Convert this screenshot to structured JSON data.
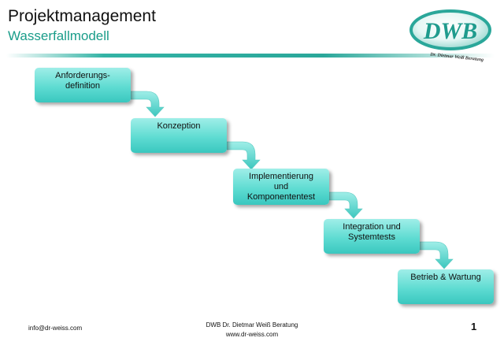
{
  "header": {
    "title": "Projektmanagement",
    "subtitle": "Wasserfallmodell"
  },
  "logo": {
    "text": "DWB",
    "caption": "Dr. Dietmar Weiß Beratung"
  },
  "steps": [
    {
      "lines": [
        "Anforderungs-",
        "definition"
      ]
    },
    {
      "lines": [
        "Konzeption"
      ]
    },
    {
      "lines": [
        "Implementierung",
        "und",
        "Komponententest"
      ]
    },
    {
      "lines": [
        "Integration und",
        "Systemtests"
      ]
    },
    {
      "lines": [
        "Betrieb & Wartung"
      ]
    }
  ],
  "footer": {
    "email": "info@dr-weiss.com",
    "company": "DWB Dr. Dietmar Weiß Beratung",
    "website": "www.dr-weiss.com",
    "page_number": "1"
  },
  "colors": {
    "accent": "#1a9d8a",
    "box_fill": "#5fdcd2"
  }
}
